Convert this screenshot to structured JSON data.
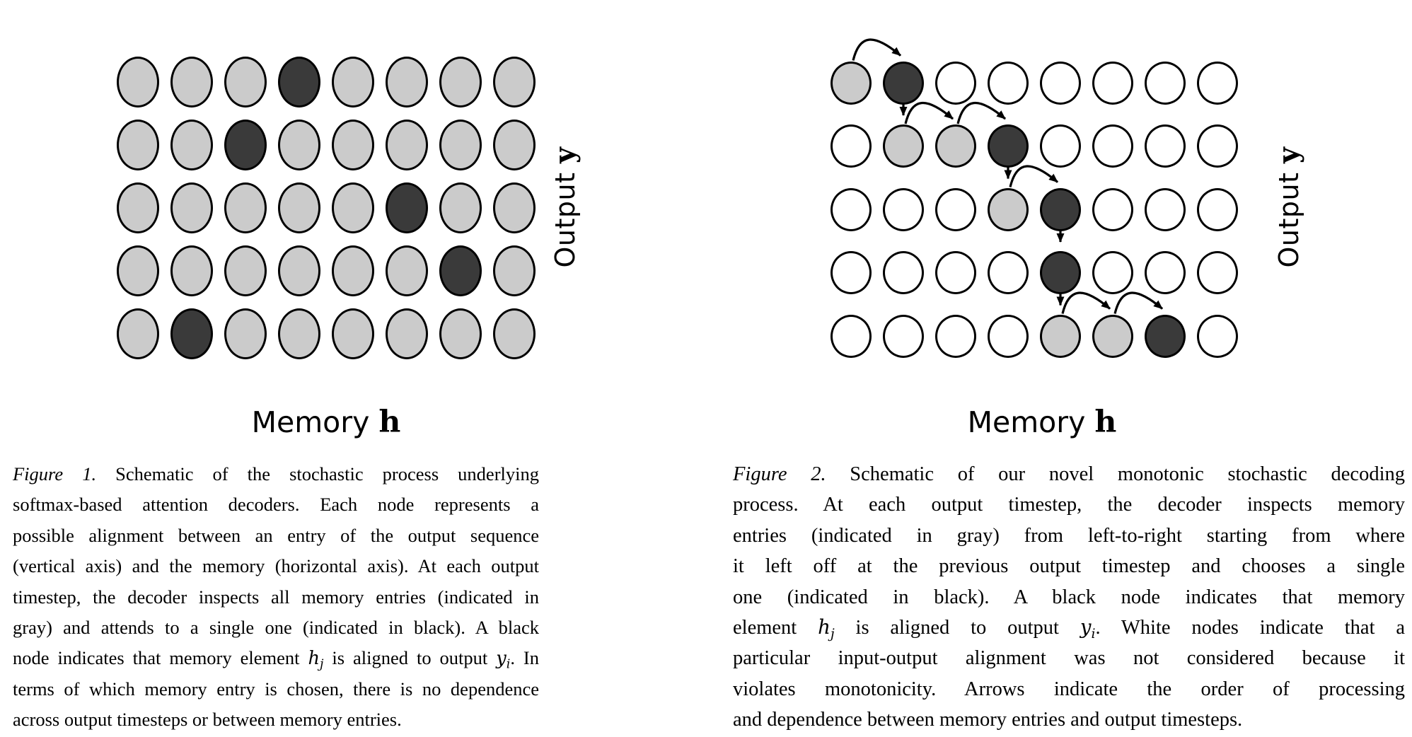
{
  "colors": {
    "node_gray": "#cbcbcb",
    "node_black": "#3a3a3a",
    "node_white": "#ffffff",
    "node_outline": "#000000",
    "text": "#000000",
    "background": "#ffffff"
  },
  "figure1": {
    "axis_output": {
      "word": "Output ",
      "math": "y"
    },
    "axis_memory": {
      "word": "Memory ",
      "math": "h"
    },
    "grid_states_legend": {
      "g": "gray",
      "k": "black",
      "w": "white"
    },
    "grid": [
      [
        "g",
        "g",
        "g",
        "k",
        "g",
        "g",
        "g",
        "g"
      ],
      [
        "g",
        "g",
        "k",
        "g",
        "g",
        "g",
        "g",
        "g"
      ],
      [
        "g",
        "g",
        "g",
        "g",
        "g",
        "k",
        "g",
        "g"
      ],
      [
        "g",
        "g",
        "g",
        "g",
        "g",
        "g",
        "k",
        "g"
      ],
      [
        "g",
        "k",
        "g",
        "g",
        "g",
        "g",
        "g",
        "g"
      ]
    ],
    "caption_lines": [
      [
        {
          "t": "Figure 1.",
          "s": "it"
        },
        {
          "t": " Schematic of the stochastic process underlying"
        }
      ],
      [
        {
          "t": "softmax-based attention decoders.  Each node represents a"
        }
      ],
      [
        {
          "t": "possible alignment between an entry of the output sequence"
        }
      ],
      [
        {
          "t": "(vertical axis) and the memory (horizontal axis). At each output"
        }
      ],
      [
        {
          "t": "timestep, the decoder inspects all memory entries (indicated in"
        }
      ],
      [
        {
          "t": "gray) and attends to a single one (indicated in black).  A black"
        }
      ],
      [
        {
          "t": "node indicates that memory element "
        },
        {
          "t": "h",
          "s": "mi"
        },
        {
          "t": "j",
          "s": "sub"
        },
        {
          "t": " is aligned to output "
        },
        {
          "t": "y",
          "s": "mi"
        },
        {
          "t": "i",
          "s": "sub"
        },
        {
          "t": ". In"
        }
      ],
      [
        {
          "t": "terms of which memory entry is chosen, there is no dependence"
        }
      ],
      [
        {
          "t": "across output timesteps or between memory entries."
        }
      ]
    ]
  },
  "figure2": {
    "axis_output": {
      "word": "Output ",
      "math": "y"
    },
    "axis_memory": {
      "word": "Memory ",
      "math": "h"
    },
    "grid": [
      [
        "g",
        "k",
        "w",
        "w",
        "w",
        "w",
        "w",
        "w"
      ],
      [
        "w",
        "g",
        "g",
        "k",
        "w",
        "w",
        "w",
        "w"
      ],
      [
        "w",
        "w",
        "w",
        "g",
        "k",
        "w",
        "w",
        "w"
      ],
      [
        "w",
        "w",
        "w",
        "w",
        "k",
        "w",
        "w",
        "w"
      ],
      [
        "w",
        "w",
        "w",
        "w",
        "g",
        "g",
        "k",
        "w"
      ]
    ],
    "arrows": [
      {
        "kind": "arc",
        "row": 0,
        "fromCol": 0,
        "toCol": 1
      },
      {
        "kind": "down",
        "col": 1,
        "fromRow": 0,
        "toRow": 1
      },
      {
        "kind": "arc",
        "row": 1,
        "fromCol": 1,
        "toCol": 2
      },
      {
        "kind": "arc",
        "row": 1,
        "fromCol": 2,
        "toCol": 3
      },
      {
        "kind": "down",
        "col": 3,
        "fromRow": 1,
        "toRow": 2
      },
      {
        "kind": "arc",
        "row": 2,
        "fromCol": 3,
        "toCol": 4
      },
      {
        "kind": "down",
        "col": 4,
        "fromRow": 2,
        "toRow": 3
      },
      {
        "kind": "down",
        "col": 4,
        "fromRow": 3,
        "toRow": 4
      },
      {
        "kind": "arc",
        "row": 4,
        "fromCol": 4,
        "toCol": 5
      },
      {
        "kind": "arc",
        "row": 4,
        "fromCol": 5,
        "toCol": 6
      }
    ],
    "caption_lines": [
      [
        {
          "t": "Figure 2.",
          "s": "it"
        },
        {
          "t": " Schematic of our novel monotonic stochastic decoding"
        }
      ],
      [
        {
          "t": "process.  At each output timestep, the decoder inspects memory"
        }
      ],
      [
        {
          "t": "entries (indicated in gray) from left-to-right starting from where"
        }
      ],
      [
        {
          "t": "it left off at the previous output timestep and chooses a single"
        }
      ],
      [
        {
          "t": "one (indicated in black).  A black node indicates that memory"
        }
      ],
      [
        {
          "t": "element "
        },
        {
          "t": "h",
          "s": "mi"
        },
        {
          "t": "j",
          "s": "sub"
        },
        {
          "t": " is aligned to output "
        },
        {
          "t": "y",
          "s": "mi"
        },
        {
          "t": "i",
          "s": "sub"
        },
        {
          "t": ".  White nodes indicate that a"
        }
      ],
      [
        {
          "t": "particular input-output alignment was not considered because it"
        }
      ],
      [
        {
          "t": "violates monotonicity.  Arrows indicate the order of processing"
        }
      ],
      [
        {
          "t": "and dependence between memory entries and output timesteps."
        }
      ]
    ]
  }
}
